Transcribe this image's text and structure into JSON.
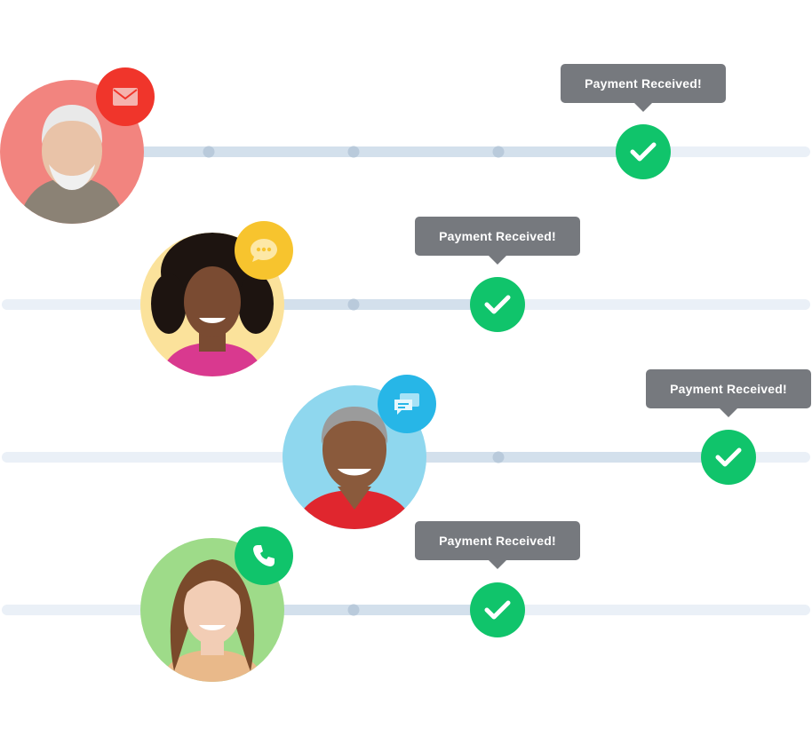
{
  "rows": [
    {
      "tooltip": "Payment Received!",
      "channel_icon": "mail-icon",
      "channel_color": "#f0352b",
      "avatar_bg": "#f2847f",
      "skin": "#e9c3a8",
      "hair": "#e9e9e9",
      "shirt": "#8b8275"
    },
    {
      "tooltip": "Payment Received!",
      "channel_icon": "chat-bubble-icon",
      "channel_color": "#f7c42e",
      "avatar_bg": "#fbe29b",
      "skin": "#7a4b32",
      "hair": "#1d1410",
      "shirt": "#d9398f"
    },
    {
      "tooltip": "Payment Received!",
      "channel_icon": "message-icon",
      "channel_color": "#27b6e7",
      "avatar_bg": "#8fd7ee",
      "skin": "#8a5a3c",
      "hair": "#9b9b9b",
      "shirt": "#e0262e"
    },
    {
      "tooltip": "Payment Received!",
      "channel_icon": "phone-icon",
      "channel_color": "#10c46b",
      "avatar_bg": "#9edb89",
      "skin": "#f2cdb5",
      "hair": "#7a4a2b",
      "shirt": "#e9b98a"
    }
  ]
}
